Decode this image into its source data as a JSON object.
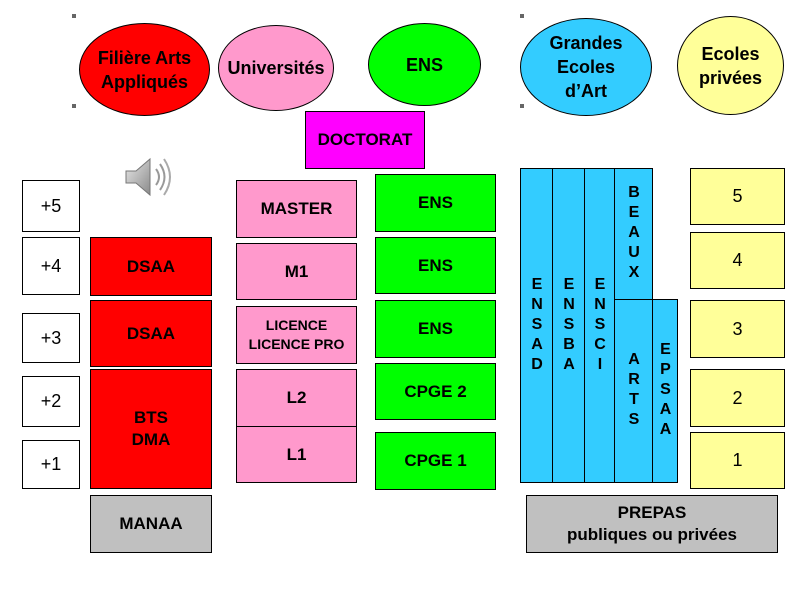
{
  "header": {
    "filiere": "Filière Arts\nAppliqués",
    "universites": "Universités",
    "ens": "ENS",
    "grandes_ecoles": "Grandes\nEcoles\nd’Art",
    "ecoles_privees": "Ecoles\nprivées"
  },
  "doctorat": "DOCTORAT",
  "levels": [
    "+5",
    "+4",
    "+3",
    "+2",
    "+1"
  ],
  "filiere_column": {
    "dsaa_top": "DSAA",
    "dsaa_bottom": "DSAA",
    "bts": "BTS\nDMA",
    "manaa": "MANAA"
  },
  "universites_column": {
    "master": "MASTER",
    "m1": "M1",
    "licence": "LICENCE\nLICENCE PRO",
    "l2": "L2",
    "l1": "L1"
  },
  "ens_column": {
    "ens1": "ENS",
    "ens2": "ENS",
    "ens3": "ENS",
    "cpge2": "CPGE 2",
    "cpge1": "CPGE 1"
  },
  "grandes_ecoles_column": {
    "ensad": "ENSAD",
    "ensba": "ENSBA",
    "ensci": "ENSCI",
    "beaux": "BEAUX",
    "arts": "ARTS",
    "epsaa": "EPSAA"
  },
  "prepas": "PREPAS\npubliques ou privées",
  "ecoles_privees_years": [
    "5",
    "4",
    "3",
    "2",
    "1"
  ],
  "icons": {
    "speaker": "speaker-icon"
  },
  "colors": {
    "red": "#ff0000",
    "pink": "#ff99cc",
    "green": "#00ff00",
    "cyan": "#33ccff",
    "yellow": "#ffff99",
    "grey": "#c0c0c0",
    "magenta": "#ff00ff"
  }
}
